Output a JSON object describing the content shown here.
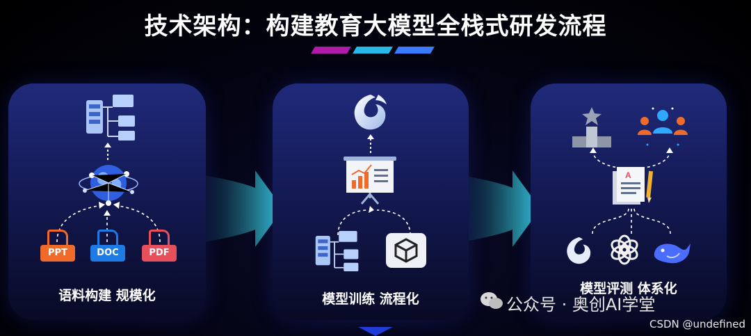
{
  "title": "技术架构：构建教育大模型全栈式研发流程",
  "colors": {
    "accent_purple": "#b01aa8",
    "accent_cyan": "#27b8e6",
    "accent_blue": "#3a7bff",
    "arrow_cyan": "#38d6e0",
    "ppt": "#f06a2a",
    "doc": "#1e7be6",
    "pdf": "#e6505a"
  },
  "cards": [
    {
      "label": "语料构建 规模化",
      "icons": [
        "folder-tree-icon",
        "globe-network-icon"
      ],
      "docs": [
        "PPT",
        "DOC",
        "PDF"
      ]
    },
    {
      "label": "模型训练  流程化",
      "icons": [
        "flame-logo-icon",
        "presentation-chart-icon",
        "folder-tree-icon",
        "cube-icon"
      ]
    },
    {
      "label": "模型评测 体系化",
      "icons": [
        "podium-star-icon",
        "people-group-icon",
        "documents-pencil-icon",
        "flame-logo-icon",
        "openai-knot-icon",
        "whale-icon"
      ]
    }
  ],
  "watermark": "公众号 · 奥创AI学堂",
  "credit": "CSDN @undefined"
}
